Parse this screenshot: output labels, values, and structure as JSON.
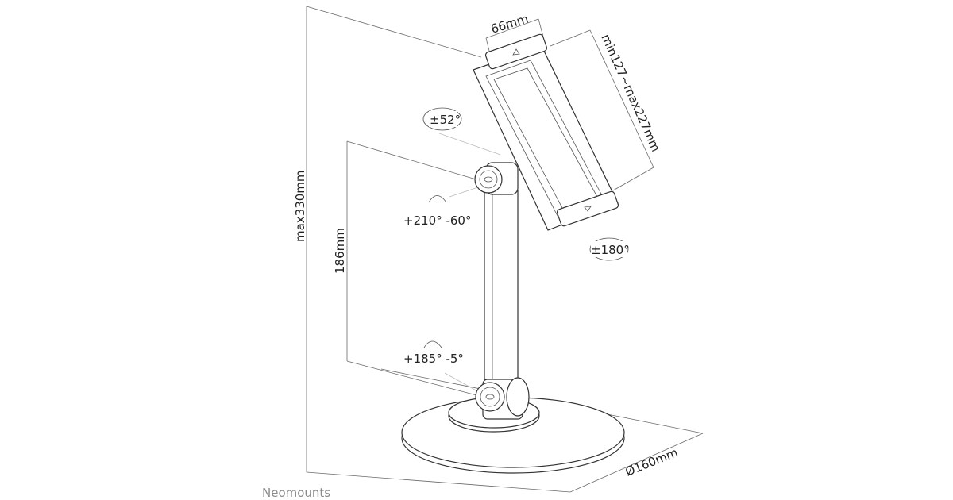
{
  "dimensions": {
    "max_height": "max330mm",
    "arm_height": "186mm",
    "holder_width": "66mm",
    "holder_range": "min127~max227mm",
    "base_diameter": "Ø160mm"
  },
  "rotations": {
    "tilt": "±52°",
    "upper_joint": "+210° -60°",
    "rotate": "±180°",
    "lower_joint": "+185° -5°"
  },
  "brand": "Neomounts"
}
